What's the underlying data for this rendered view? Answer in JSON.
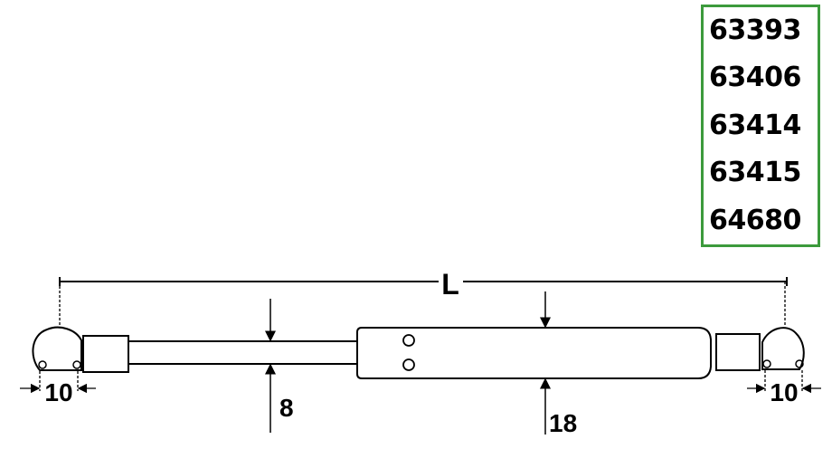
{
  "part_numbers": [
    "63393",
    "63406",
    "63414",
    "63415",
    "64680"
  ],
  "dimensions": {
    "length_label": "L",
    "rod_diameter": "8",
    "cylinder_diameter": "18",
    "left_end_fitting": "10",
    "right_end_fitting": "10"
  },
  "colors": {
    "box_border": "#3c9a3c",
    "line": "#000000"
  }
}
